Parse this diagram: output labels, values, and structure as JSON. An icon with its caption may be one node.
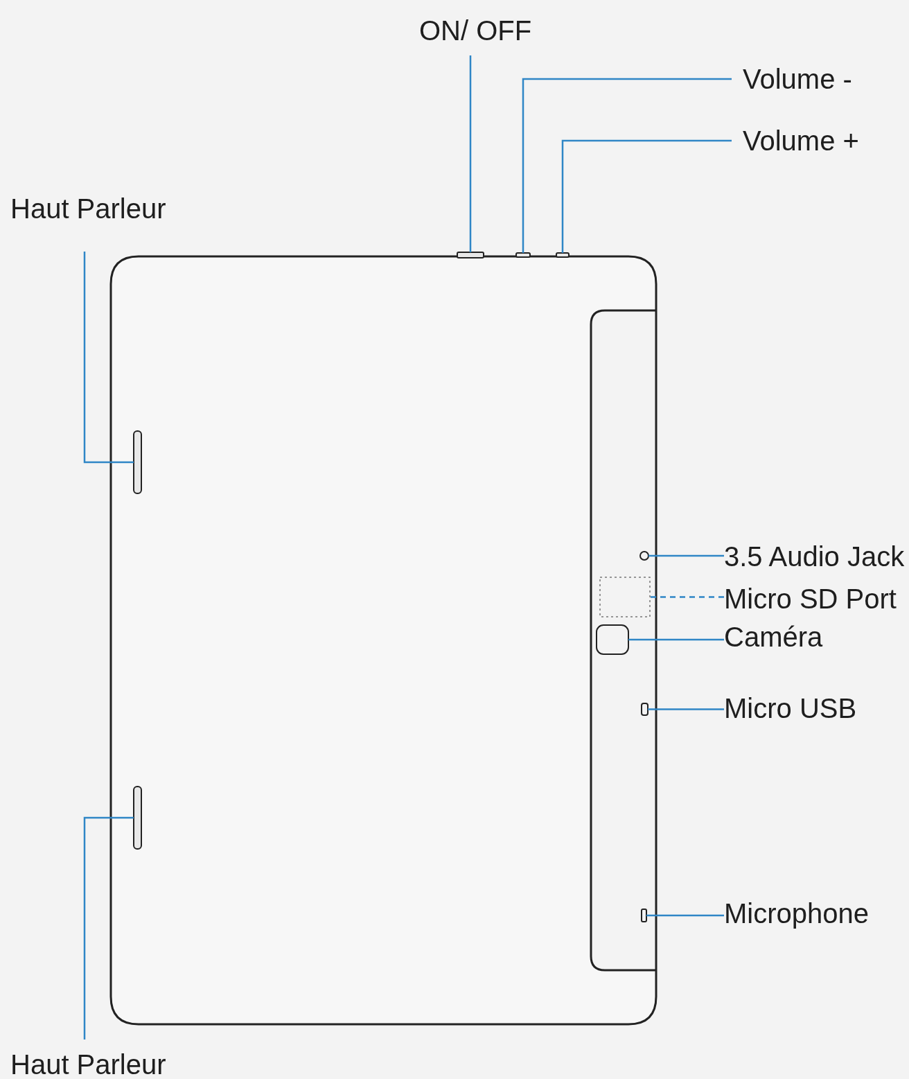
{
  "diagram": {
    "nodes": [
      {
        "text": [
          "ON/ OFF"
        ]
      },
      {
        "text": [
          "Volume -"
        ]
      },
      {
        "text": [
          "Volume +"
        ]
      },
      {
        "text": [
          "Haut Parleur"
        ]
      },
      {
        "text": [],
        "shape": "bar"
      },
      {
        "text": [],
        "shape": "bar"
      },
      {
        "text": [],
        "shape": "bar"
      },
      {
        "text": [],
        "shape": "bar"
      },
      {
        "text": [
          "3.5 Audio Jack"
        ]
      },
      {
        "text": [],
        "shape": "circle"
      },
      {
        "text": [
          "Micro SD Port"
        ]
      },
      {
        "text": [],
        "shape": "box"
      },
      {
        "text": [
          "Caméra"
        ]
      },
      {
        "text": [],
        "shape": "box"
      },
      {
        "text": [
          "Micro USB"
        ]
      },
      {
        "text": [],
        "shape": "box"
      },
      {
        "text": [],
        "shape": "bar"
      },
      {
        "text": [
          "Microphone"
        ]
      },
      {
        "text": [],
        "shape": "box"
      },
      {
        "text": [
          "Haut Parleur"
        ]
      }
    ],
    "edges": [
      {
        "from": 0,
        "to": 4,
        "arrow": "none"
      },
      {
        "from": 1,
        "to": 5,
        "arrow": "none"
      },
      {
        "from": 2,
        "to": 6,
        "arrow": "none"
      },
      {
        "from": 3,
        "to": 7,
        "arrow": "none"
      },
      {
        "from": 8,
        "to": 9,
        "arrow": "none"
      },
      {
        "from": 10,
        "to": 11,
        "arrow": "none",
        "style": "dashed"
      },
      {
        "from": 12,
        "to": 13,
        "arrow": "none"
      },
      {
        "from": 14,
        "to": 15,
        "arrow": "none"
      },
      {
        "from": 19,
        "to": 16,
        "arrow": "none"
      },
      {
        "from": 17,
        "to": 18,
        "arrow": "none"
      }
    ]
  }
}
